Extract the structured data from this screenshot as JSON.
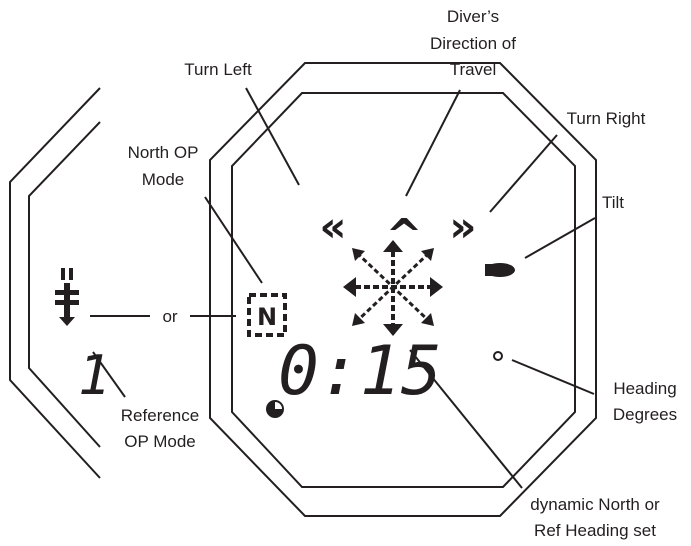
{
  "labels": {
    "divers_direction_line1": "Diver’s",
    "divers_direction_line2": "Direction of",
    "divers_direction_line3": "Travel",
    "turn_left": "Turn Left",
    "turn_right": "Turn Right",
    "north_op_line1": "North OP",
    "north_op_line2": "Mode",
    "tilt": "Tilt",
    "or": "or",
    "heading_line1": "Heading",
    "heading_line2": "Degrees",
    "reference_line1": "Reference",
    "reference_line2": "OP Mode",
    "dynamic_line1": "dynamic North or",
    "dynamic_line2": "Ref Heading set"
  },
  "display": {
    "time": "0:15",
    "left_arrows": "«",
    "up_arrow": "^",
    "right_arrows": "»",
    "north_letter": "N",
    "degree_mark": "°"
  },
  "icons": [
    "compass-rose-icon",
    "tilt-icon",
    "clock-icon",
    "north-mode-icon",
    "reference-mode-icon"
  ]
}
